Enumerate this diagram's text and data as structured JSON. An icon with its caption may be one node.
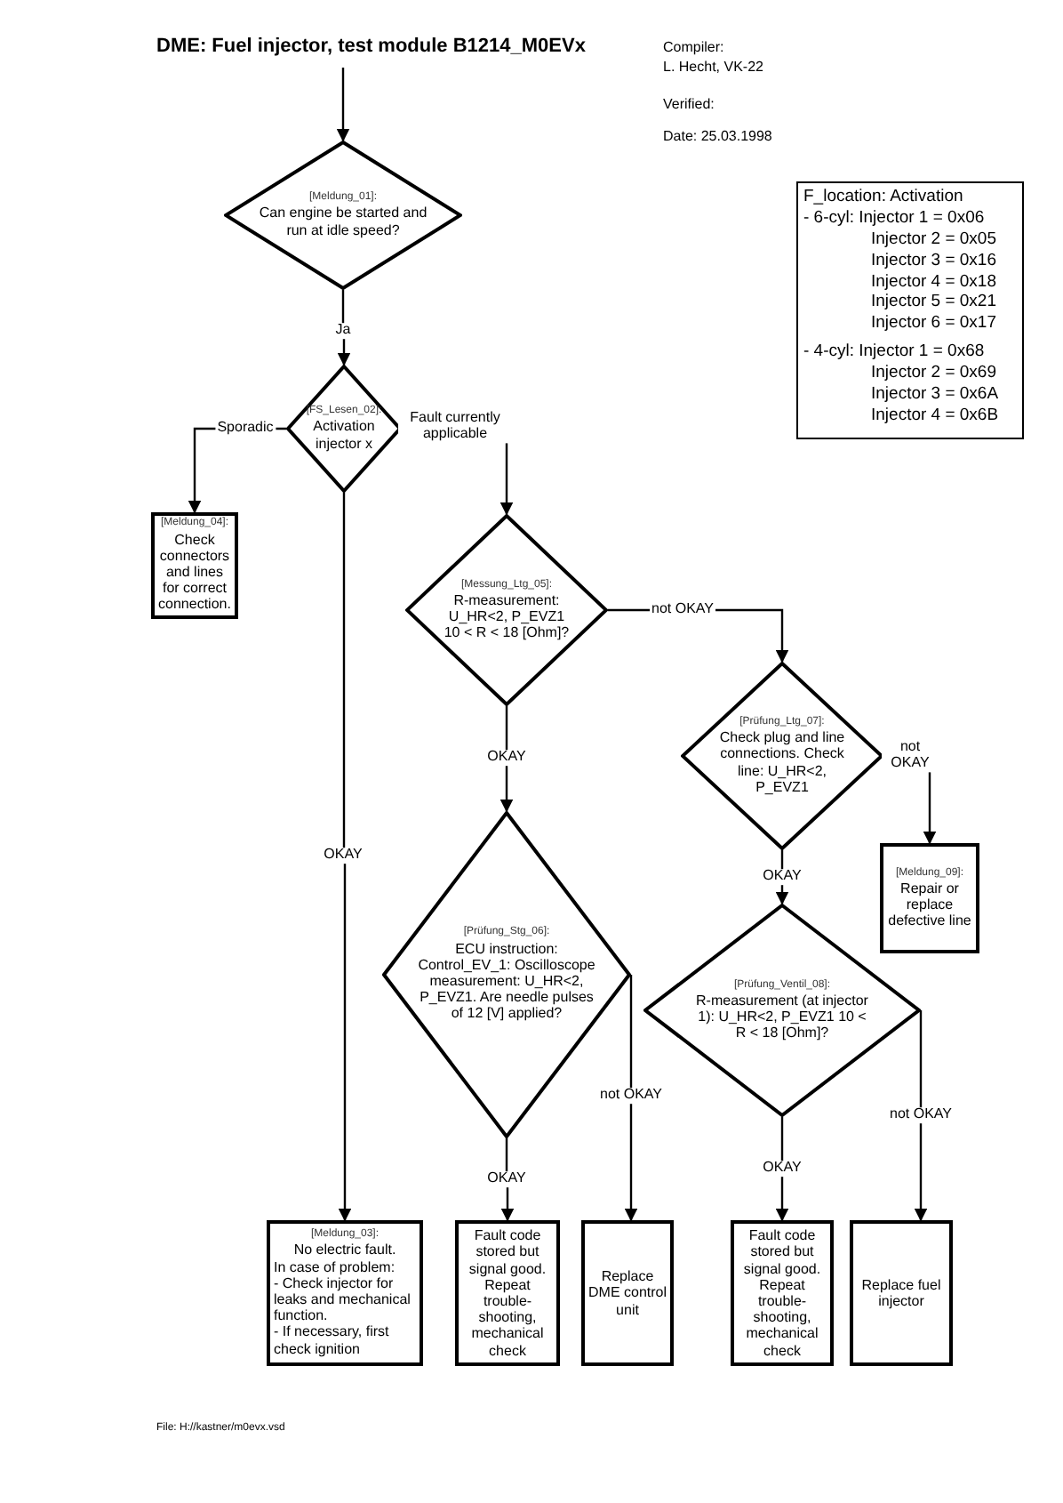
{
  "diagram": {
    "title": "DME: Fuel injector, test module B1214_M0EVx",
    "nodes": [
      {
        "text": [
          "[Meldung_01]:",
          "Can engine be started and run at idle speed?"
        ]
      },
      {
        "text": [
          "[FS_Lesen_02]:",
          "Activation injector x"
        ]
      },
      {
        "text": [
          "[Meldung_04]:",
          "Check connectors and lines for correct connection."
        ]
      },
      {
        "text": [
          "[Messung_Ltg_05]:",
          "R-measurement: U_HR<2, P_EVZ1 10 < R < 18 [Ohm]?"
        ]
      },
      {
        "text": [
          "[Prüfung_Ltg_07]:",
          "Check plug and line connections. Check line: U_HR<2, P_EVZ1"
        ]
      },
      {
        "text": [
          "[Meldung_09]:",
          "Repair or replace defective line"
        ]
      },
      {
        "text": [
          "[Prüfung_Stg_06]:",
          "ECU instruction: Control_EV_1: Oscilloscope measurement: U_HR<2, P_EVZ1. Are needle pulses of 12 [V] applied?"
        ]
      },
      {
        "text": [
          "[Prüfung_Ventil_08]:",
          "R-measurement (at injector 1): U_HR<2, P_EVZ1 10 < R < 18 [Ohm]?"
        ]
      },
      {
        "text": [
          "[Meldung_03]:",
          "No electric fault.",
          "In case of problem:",
          "- Check injector for leaks and mechanical function.",
          "- If necessary, first check ignition"
        ]
      },
      {
        "text": [
          "Fault code stored but signal good. Repeat trouble-shooting, mechanical check"
        ]
      },
      {
        "text": [
          "Replace DME control unit"
        ]
      },
      {
        "text": [
          "Fault code stored but signal good. Repeat trouble-shooting, mechanical check"
        ]
      },
      {
        "text": [
          "Replace fuel injector"
        ]
      },
      {
        "text": [
          "F_location: Activation",
          "- 6-cyl: Injector 1 = 0x06",
          "Injector 2 = 0x05",
          "Injector 3 = 0x16",
          "Injector 4 = 0x18",
          "Injector 5 = 0x21",
          "Injector 6 = 0x17",
          "- 4-cyl: Injector 1 = 0x68",
          "Injector 2 = 0x69",
          "Injector 3 = 0x6A",
          "Injector 4 = 0x6B"
        ]
      }
    ],
    "edges": [
      {
        "from": null,
        "to": 0,
        "arrow": "to"
      },
      {
        "from": 0,
        "to": 1,
        "arrow": "to",
        "label": "Ja"
      },
      {
        "from": 1,
        "to": 2,
        "arrow": "to",
        "label": "Sporadic"
      },
      {
        "from": 1,
        "to": 3,
        "arrow": "to",
        "label": "Fault currently applicable"
      },
      {
        "from": 1,
        "to": 8,
        "arrow": "to",
        "label": "OKAY"
      },
      {
        "from": 3,
        "to": 4,
        "arrow": "to",
        "label": "not OKAY"
      },
      {
        "from": 3,
        "to": 6,
        "arrow": "to",
        "label": "OKAY"
      },
      {
        "from": 4,
        "to": 5,
        "arrow": "to",
        "label": "not OKAY"
      },
      {
        "from": 4,
        "to": 7,
        "arrow": "to",
        "label": "OKAY"
      },
      {
        "from": 6,
        "to": 9,
        "arrow": "to",
        "label": "OKAY"
      },
      {
        "from": 6,
        "to": 10,
        "arrow": "to",
        "label": "not OKAY"
      },
      {
        "from": 7,
        "to": 11,
        "arrow": "to",
        "label": "OKAY"
      },
      {
        "from": 7,
        "to": 12,
        "arrow": "to",
        "label": "not OKAY"
      }
    ],
    "labels": [
      "Compiler:",
      "L. Hecht, VK-22",
      "Verified:",
      "Date: 25.03.1998",
      "File: H://kastner/m0evx.vsd"
    ]
  }
}
